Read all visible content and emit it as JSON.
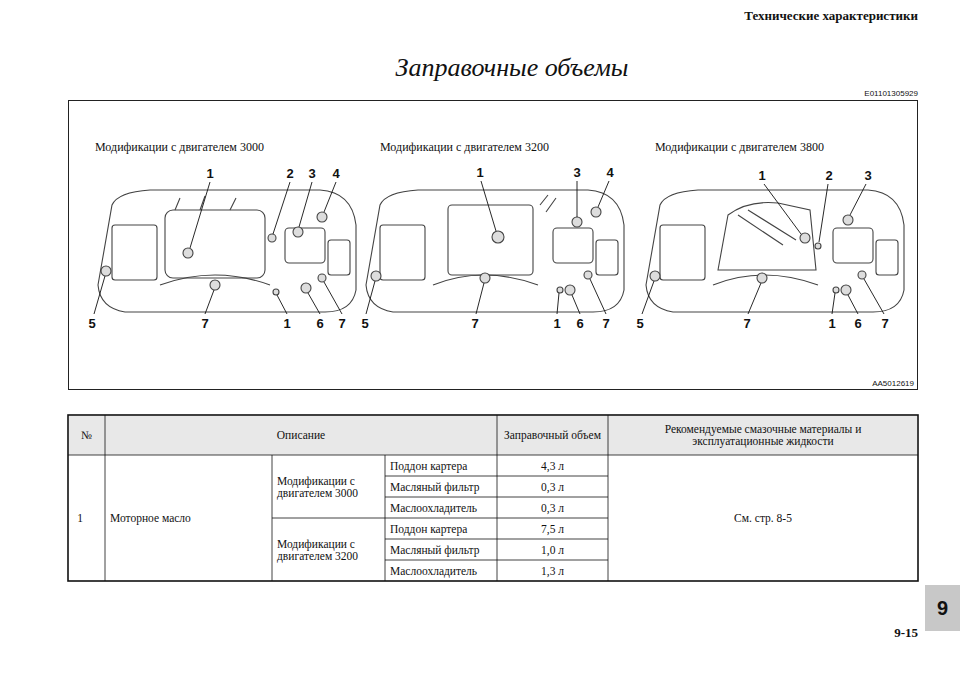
{
  "diagram": {
    "title": "Заправочные объемы",
    "nodes": [
      {
        "text": [
          "9"
        ]
      }
    ],
    "labels": [
      "Технические характеристики",
      "E01101305929",
      "Модификации с двигателем 3000",
      "Модификации с двигателем 3200",
      "Модификации с двигателем 3800",
      "1",
      "2",
      "3",
      "4",
      "5",
      "7",
      "1",
      "6",
      "7",
      "1",
      "3",
      "4",
      "5",
      "7",
      "1",
      "6",
      "7",
      "1",
      "2",
      "3",
      "5",
      "7",
      "1",
      "6",
      "7",
      "AA5012619",
      "№",
      "Описание",
      "Заправочный объем",
      "Рекомендуемые смазочные материалы и эксплуатационные жидкости",
      "1",
      "Моторное масло",
      "Модификации с двигателем 3000",
      "Поддон картера",
      "4,3 л",
      "Масляный фильтр",
      "0,3 л",
      "Маслоохладитель",
      "0,3 л",
      "См. стр. 8-5",
      "Модификации с двигателем 3200",
      "Поддон картера",
      "7,5 л",
      "Масляный фильтр",
      "1,0 л",
      "Маслоохладитель",
      "1,3 л",
      "9-15"
    ]
  }
}
